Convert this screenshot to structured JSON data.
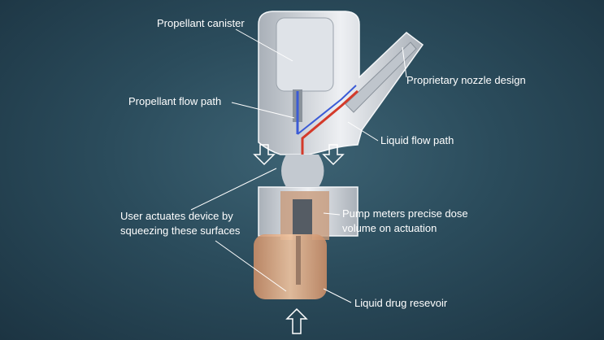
{
  "labels": {
    "propellant_canister": "Propellant canister",
    "nozzle": "Proprietary nozzle design",
    "propellant_flow": "Propellant flow path",
    "liquid_flow": "Liquid flow path",
    "user_actuates_1": "User actuates device by",
    "user_actuates_2": "squeezing these surfaces",
    "pump_1": "Pump meters precise dose",
    "pump_2": "volume on actuation",
    "reservoir": "Liquid drug resevoir"
  },
  "colors": {
    "propellant_flow": "#3b5bd6",
    "liquid_flow": "#d43a2a",
    "reservoir": "#e8b48a",
    "body": "#d9dde2"
  }
}
